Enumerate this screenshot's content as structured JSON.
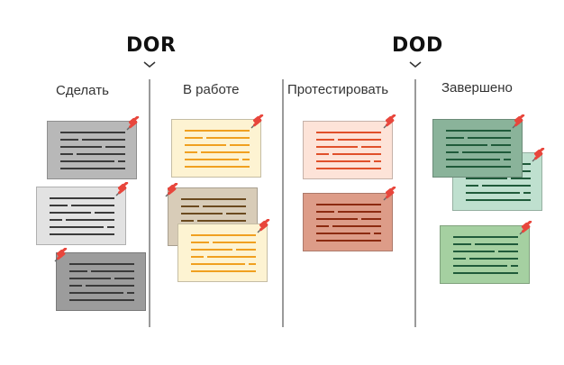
{
  "markers": {
    "ready": "DOR",
    "done": "DOD"
  },
  "columns": [
    {
      "title": "Сделать"
    },
    {
      "title": "В работе"
    },
    {
      "title": "Протестировать"
    },
    {
      "title": "Завершено"
    }
  ],
  "colors": {
    "gray": "#b8b8b8",
    "gray_light": "#e2e2e2",
    "gray_dark": "#9c9c9c",
    "yellow": "#fdf3d2",
    "tan": "#d8ccb8",
    "peach": "#fde3d8",
    "salmon": "#dd9c88",
    "green_dark": "#8ab39a",
    "green_mint": "#bfe0cf",
    "green": "#a5d0a1",
    "line_dark": "#3a3a3a",
    "line_orange": "#f0a020",
    "line_brown": "#6b4a1f",
    "line_red": "#e0502a",
    "line_darkred": "#8b2a10",
    "line_green": "#1f5a3a",
    "pin_red": "#e8463c",
    "divider": "#9a9a9a"
  }
}
